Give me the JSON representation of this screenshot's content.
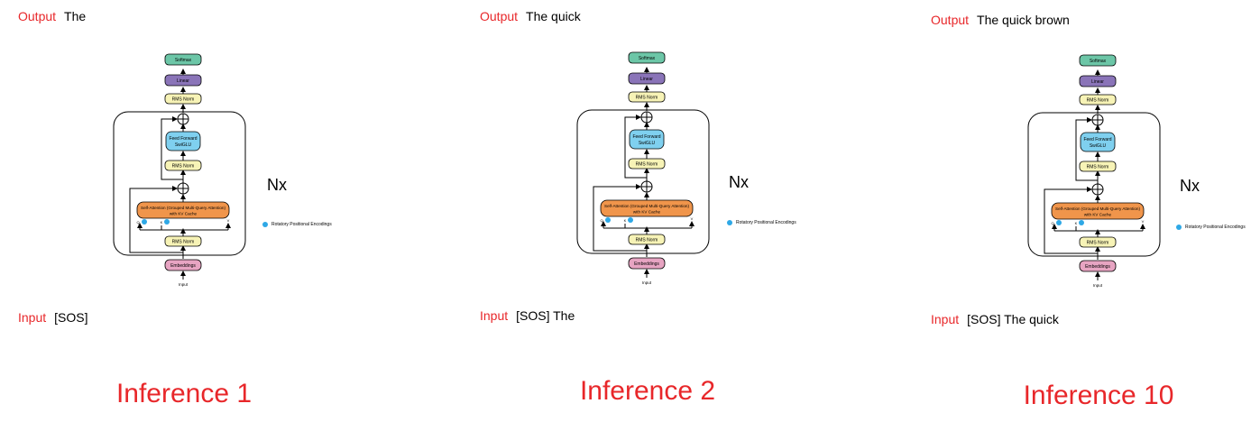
{
  "labels": {
    "output": "Output",
    "input": "Input",
    "nx": "Nx",
    "rope_legend": "Rotatory Positional Encodings"
  },
  "blocks": {
    "softmax": "Softmax",
    "linear": "Linear",
    "rms_norm": "RMS Norm",
    "feed_forward_1": "Feed Forward",
    "feed_forward_2": "SwiGLU",
    "attention_1": "Self-Attention (Grouped Multi-Query Attention)",
    "attention_2": "with KV Cache",
    "embeddings": "Embeddings",
    "input": "Input",
    "q": "Q",
    "k": "K",
    "v": "V"
  },
  "panels": [
    {
      "output_text": "The",
      "input_text": "[SOS]",
      "title": "Inference 1"
    },
    {
      "output_text": "The quick",
      "input_text": "[SOS] The",
      "title": "Inference 2"
    },
    {
      "output_text": "The quick brown",
      "input_text": "[SOS] The quick",
      "title": "Inference 10"
    }
  ],
  "colors": {
    "accent_red": "#e8272a",
    "softmax": "#6cc6a7",
    "linear": "#8a74b8",
    "rms_norm": "#f7f3b6",
    "feed_forward": "#7fd0ef",
    "attention": "#f0954b",
    "embeddings": "#e7a4c2",
    "rope": "#2ea8e6"
  }
}
